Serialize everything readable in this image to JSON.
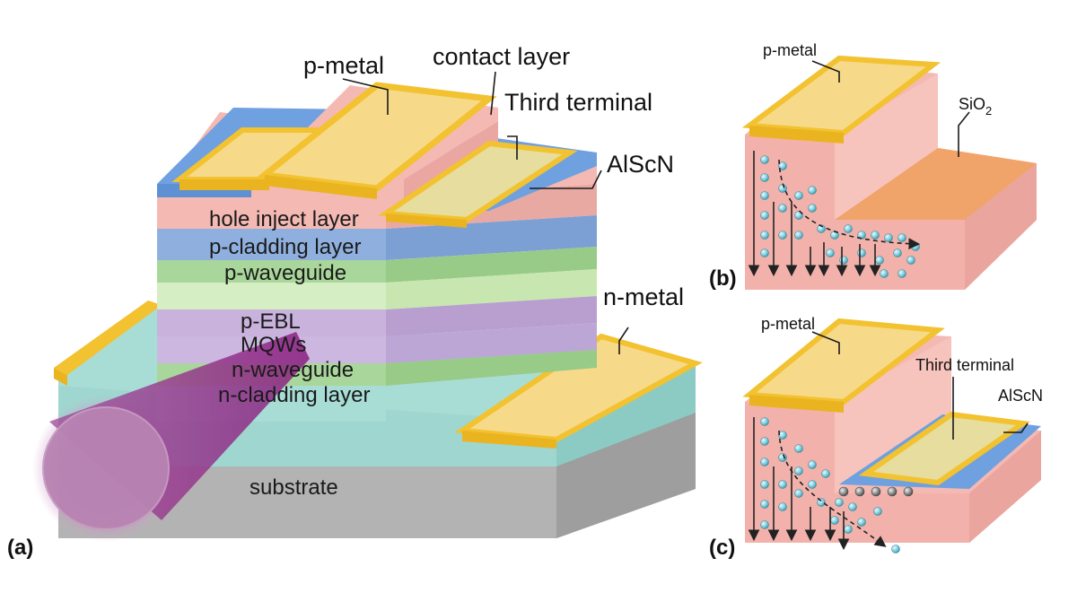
{
  "panel_a": {
    "tag": "(a)",
    "labels": {
      "p_metal": "p-metal",
      "contact_layer": "contact layer",
      "third_terminal": "Third terminal",
      "alscn": "AlScN",
      "n_metal": "n-metal",
      "substrate": "substrate"
    },
    "layers": [
      "hole inject layer",
      "p-cladding layer",
      "p-waveguide",
      "p-EBL",
      "MQWs",
      "n-waveguide",
      "n-cladding layer"
    ]
  },
  "panel_b": {
    "tag": "(b)",
    "labels": {
      "p_metal": "p-metal",
      "sio2": "SiO",
      "sio2_sub": "2"
    }
  },
  "panel_c": {
    "tag": "(c)",
    "labels": {
      "p_metal": "p-metal",
      "third_terminal": "Third terminal",
      "alscn": "AlScN"
    }
  },
  "colors": {
    "metal_top": "#f7d98a",
    "metal_edge": "#f2c230",
    "pink": "#f4b9b3",
    "blue": "#7fa8dc",
    "green": "#a9d69a",
    "purple": "#c9b2dc",
    "teal": "#a8ddd6",
    "substrate": "#bdbdbd",
    "beam": "#9c2f8f",
    "sio2": "#f0a46a"
  }
}
